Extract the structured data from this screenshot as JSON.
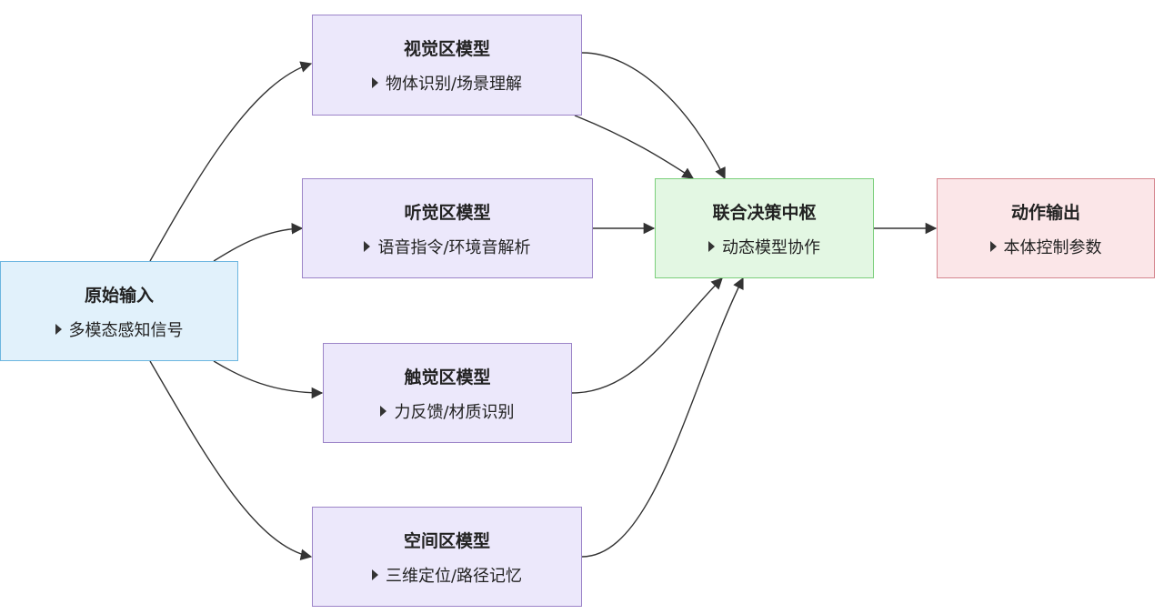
{
  "nodes": {
    "input": {
      "title": "原始输入",
      "sub": "多模态感知信号",
      "bullet_icon": "triangle-right-icon"
    },
    "visual": {
      "title": "视觉区模型",
      "sub": "物体识别/场景理解",
      "bullet_icon": "triangle-right-icon"
    },
    "auditory": {
      "title": "听觉区模型",
      "sub": "语音指令/环境音解析",
      "bullet_icon": "triangle-right-icon"
    },
    "tactile": {
      "title": "触觉区模型",
      "sub": "力反馈/材质识别",
      "bullet_icon": "triangle-right-icon"
    },
    "spatial": {
      "title": "空间区模型",
      "sub": "三维定位/路径记忆",
      "bullet_icon": "triangle-right-icon"
    },
    "decision": {
      "title": "联合决策中枢",
      "sub": "动态模型协作",
      "bullet_icon": "triangle-right-icon"
    },
    "output": {
      "title": "动作输出",
      "sub": "本体控制参数",
      "bullet_icon": "triangle-right-icon"
    }
  },
  "edges": [
    {
      "from": "input",
      "to": "visual"
    },
    {
      "from": "input",
      "to": "auditory"
    },
    {
      "from": "input",
      "to": "tactile"
    },
    {
      "from": "input",
      "to": "spatial"
    },
    {
      "from": "visual",
      "to": "decision"
    },
    {
      "from": "visual",
      "to": "decision"
    },
    {
      "from": "auditory",
      "to": "decision"
    },
    {
      "from": "tactile",
      "to": "decision"
    },
    {
      "from": "spatial",
      "to": "decision"
    },
    {
      "from": "decision",
      "to": "output"
    }
  ],
  "colors": {
    "process": "#ece8fb",
    "input": "#e1f1fb",
    "decision": "#e3f7e3",
    "output": "#fbe6e8",
    "edge": "#333333"
  }
}
